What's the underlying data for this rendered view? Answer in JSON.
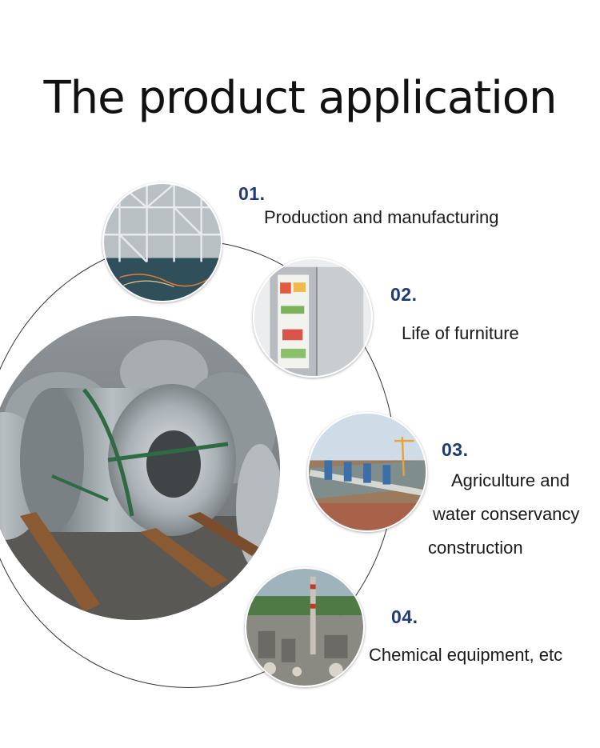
{
  "title": "The product application",
  "items": [
    {
      "number": "01.",
      "label": "Production and manufacturing",
      "image_icon": "steel-structure-photo"
    },
    {
      "number": "02.",
      "label": "Life of furniture",
      "image_icon": "refrigerator-photo"
    },
    {
      "number": "03.",
      "label_lines": [
        "Agriculture and",
        "water conservancy",
        "construction"
      ],
      "image_icon": "dam-construction-photo"
    },
    {
      "number": "04.",
      "label": "Chemical equipment, etc",
      "image_icon": "chemical-plant-photo"
    }
  ],
  "main_image_icon": "steel-coils-photo",
  "colors": {
    "number": "#1e3a78",
    "text": "#1a1a1a",
    "background": "#ffffff"
  }
}
